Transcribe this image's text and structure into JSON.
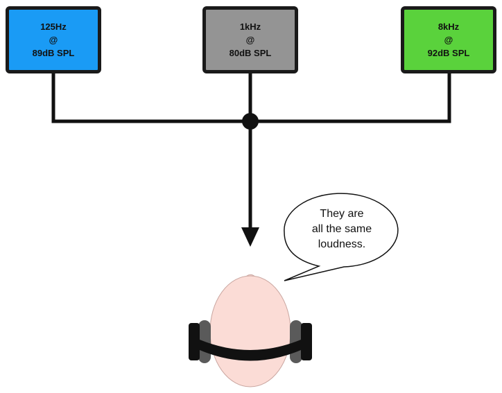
{
  "sources": [
    {
      "freq": "125Hz",
      "at": "@",
      "level": "89dB SPL",
      "color": "#1a9bf5"
    },
    {
      "freq": "1kHz",
      "at": "@",
      "level": "80dB SPL",
      "color": "#949494"
    },
    {
      "freq": "8kHz",
      "at": "@",
      "level": "92dB SPL",
      "color": "#5ad23c"
    }
  ],
  "speech_bubble": {
    "line1": "They are",
    "line2": "all the same",
    "line3": "loudness."
  },
  "colors": {
    "line": "#111111",
    "head_skin": "#fbdcd6",
    "head_outline": "#caa6a0",
    "headband": "#111111",
    "earcup": "#5a5a5a"
  }
}
